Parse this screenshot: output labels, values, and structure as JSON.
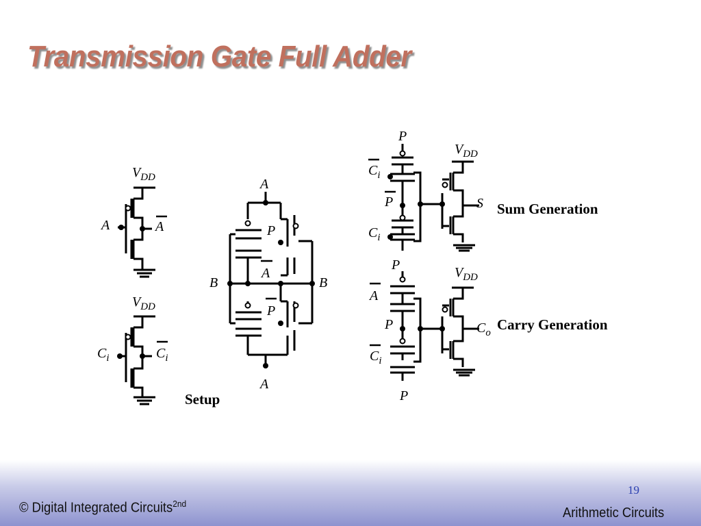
{
  "slide": {
    "title": "Transmission Gate Full Adder",
    "page_number": "19",
    "footer_left": "© Digital Integrated Circuits",
    "footer_left_sup": "2nd",
    "footer_right": "Arithmetic Circuits"
  },
  "diagram": {
    "setup_label": "Setup",
    "sum_label": "Sum Generation",
    "carry_label": "Carry Generation",
    "signals": {
      "vdd": "V",
      "vdd_sub": "DD",
      "a": "A",
      "b": "B",
      "p": "P",
      "ci": "C",
      "ci_sub": "i",
      "s": "S",
      "co": "C",
      "co_sub": "o"
    }
  }
}
